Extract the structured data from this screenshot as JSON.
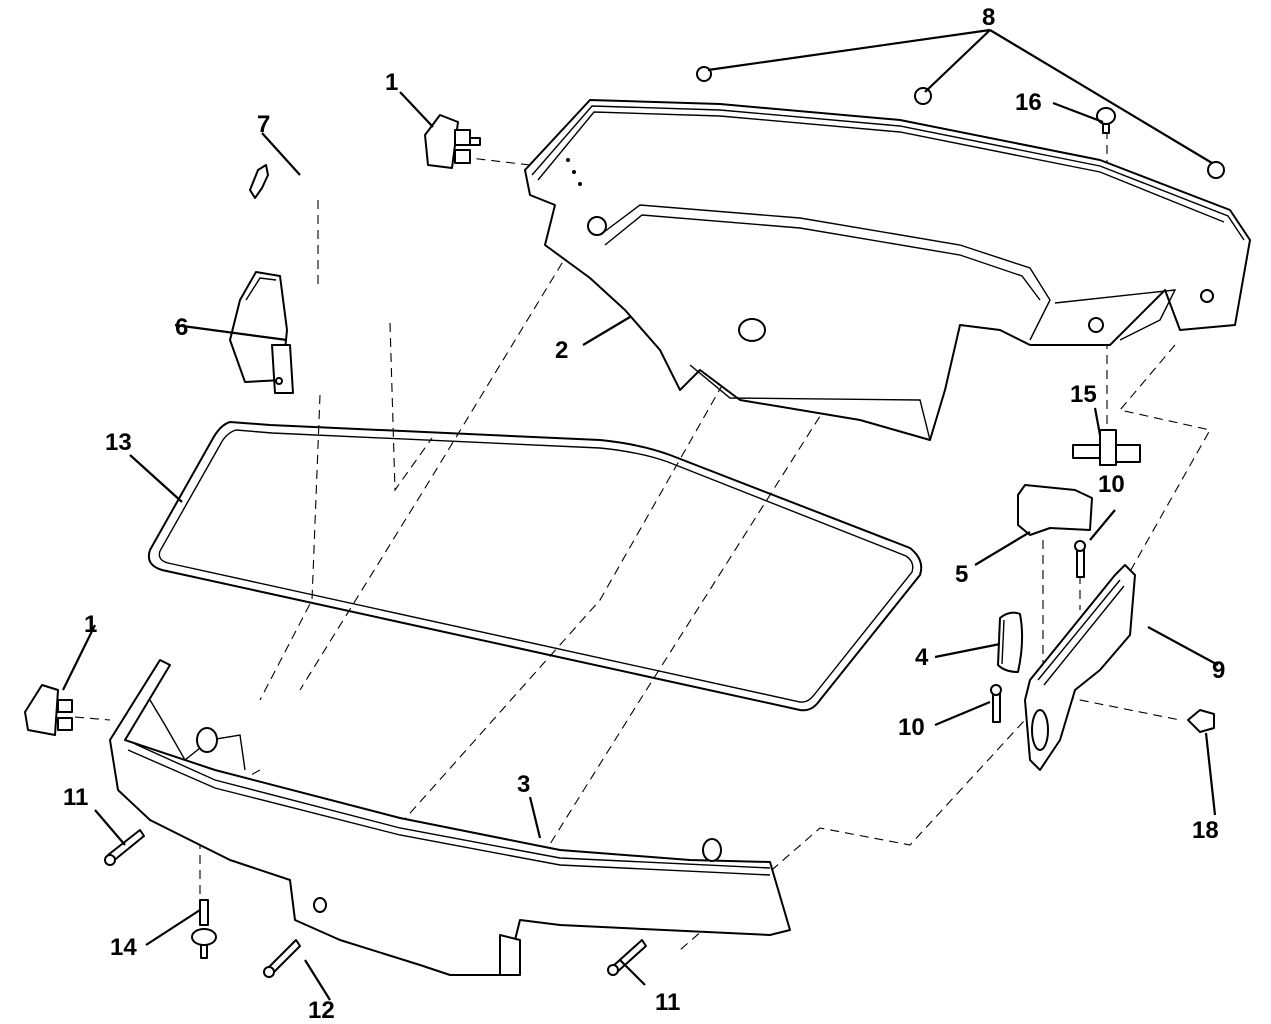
{
  "diagram": {
    "type": "exploded-parts-diagram",
    "subject": "engine cowling assembly",
    "callouts": {
      "c1a": "1",
      "c1b": "1",
      "c2": "2",
      "c3": "3",
      "c4": "4",
      "c5": "5",
      "c6": "6",
      "c7": "7",
      "c8": "8",
      "c9": "9",
      "c10a": "10",
      "c10b": "10",
      "c11a": "11",
      "c11b": "11",
      "c12": "12",
      "c13": "13",
      "c14": "14",
      "c15": "15",
      "c16": "16",
      "c18": "18"
    },
    "colors": {
      "ink": "#000000",
      "paper": "#ffffff"
    }
  }
}
